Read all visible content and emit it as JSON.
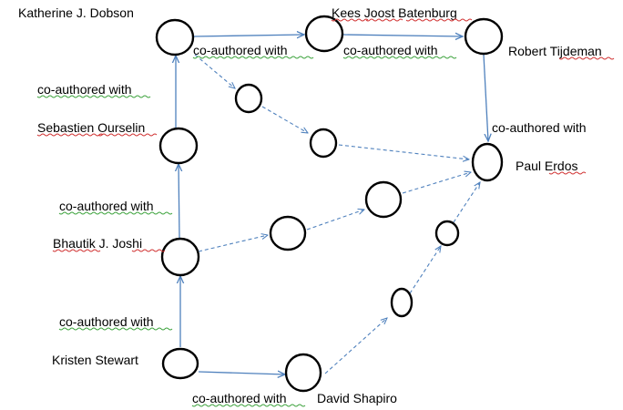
{
  "nodes": {
    "katherine": "Katherine  J. Dobson",
    "kees": "Kees Joost Batenburg",
    "robert": "Robert Tijdeman",
    "sebastien": "Sebastien Ourselin",
    "paul": "Paul Erdos",
    "bhautik": "Bhautik J. Joshi",
    "kristen": "Kristen  Stewart",
    "david": "David Shapiro"
  },
  "edge_label": "co-authored with",
  "colors": {
    "edge": "#4f81bd",
    "node_stroke": "#000000",
    "spell_green": "#3aa13a",
    "spell_red": "#d03030"
  }
}
